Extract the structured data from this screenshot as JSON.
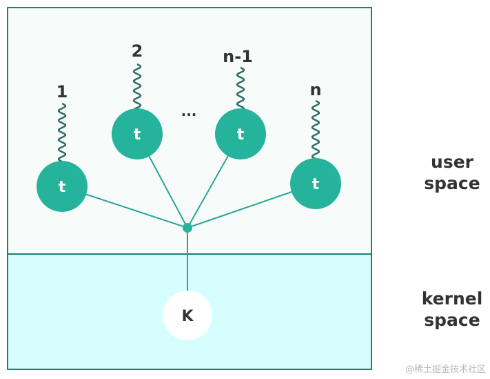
{
  "threads": [
    {
      "number": "1",
      "label": "t"
    },
    {
      "number": "2",
      "label": "t"
    },
    {
      "number": "n-1",
      "label": "t"
    },
    {
      "number": "n",
      "label": "t"
    }
  ],
  "ellipsis": "...",
  "kernel_node": {
    "label": "K"
  },
  "user_space": {
    "line1": "user",
    "line2": "space"
  },
  "kernel_space": {
    "line1": "kernel",
    "line2": "space"
  },
  "watermark": "@稀土掘金技术社区",
  "colors": {
    "thread_fill": "#26b39b",
    "edge": "#26a591",
    "wave": "#2e6e62",
    "user_bg": "#f7fcfb",
    "kernel_bg": "#d7fefe",
    "border": "#1e7f73",
    "text": "#333333"
  }
}
